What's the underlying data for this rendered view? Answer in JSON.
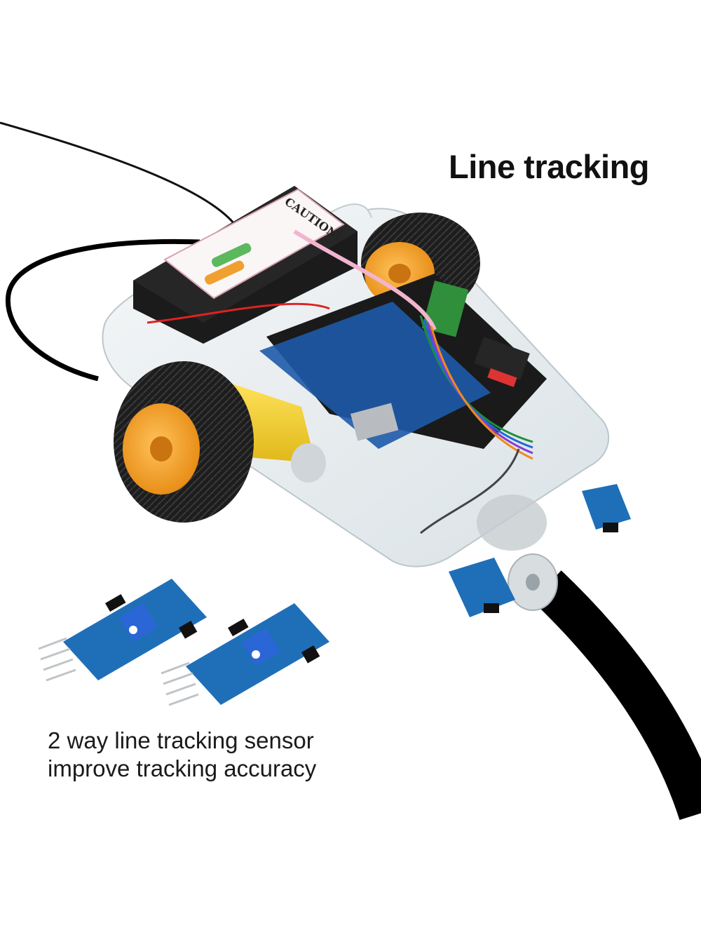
{
  "headline": "Line tracking",
  "caption": {
    "line1": "2 way line tracking sensor",
    "line2": "improve tracking accuracy"
  },
  "battery_label": "CAUTION!",
  "colors": {
    "track": "#000000",
    "tire": "#1c1c1c",
    "hub": "#f5a623",
    "motor": "#f2cf2a",
    "pcb_blue": "#1f6fb8",
    "potentiometer": "#2a66d6",
    "acrylic": "#e6ecef"
  },
  "icons": [
    "robot-car-photo",
    "line-tracking-sensor-module",
    "black-track-line"
  ]
}
